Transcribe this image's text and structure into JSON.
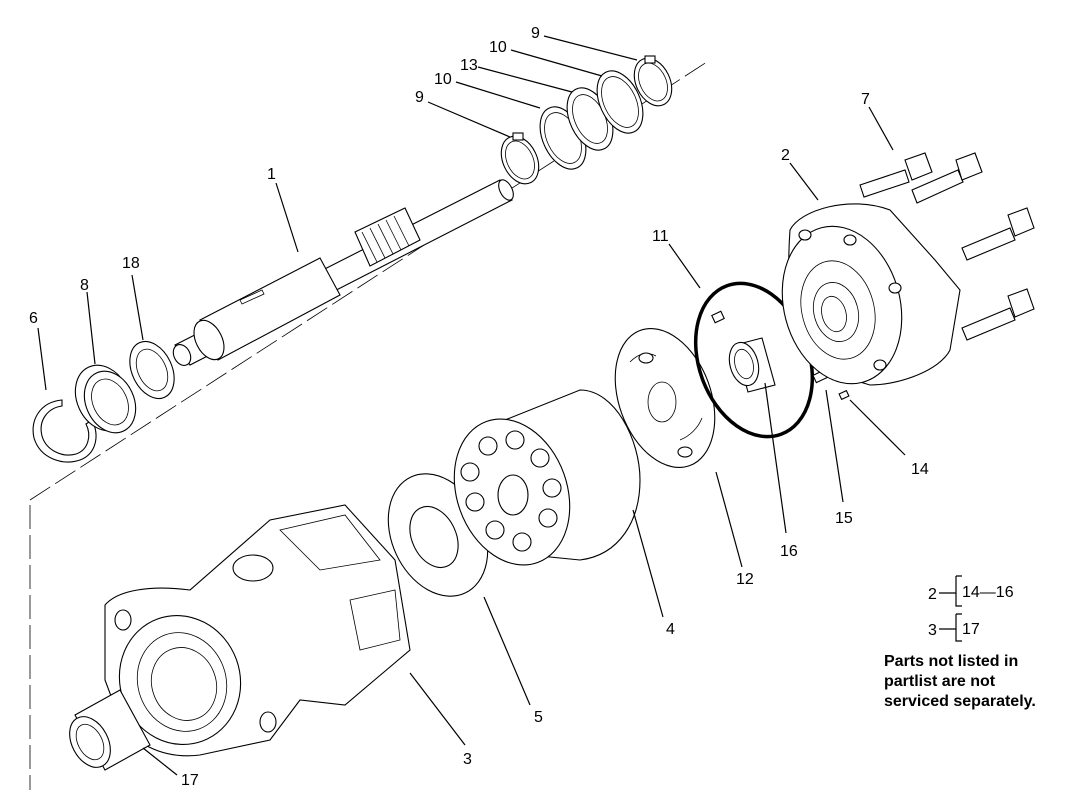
{
  "callouts": [
    {
      "id": "c1",
      "text": "1"
    },
    {
      "id": "c2",
      "text": "2"
    },
    {
      "id": "c3",
      "text": "3"
    },
    {
      "id": "c4",
      "text": "4"
    },
    {
      "id": "c5",
      "text": "5"
    },
    {
      "id": "c6",
      "text": "6"
    },
    {
      "id": "c7",
      "text": "7"
    },
    {
      "id": "c8",
      "text": "8"
    },
    {
      "id": "c9a",
      "text": "9"
    },
    {
      "id": "c9b",
      "text": "9"
    },
    {
      "id": "c10a",
      "text": "10"
    },
    {
      "id": "c10b",
      "text": "10"
    },
    {
      "id": "c11",
      "text": "11"
    },
    {
      "id": "c12",
      "text": "12"
    },
    {
      "id": "c13",
      "text": "13"
    },
    {
      "id": "c14",
      "text": "14"
    },
    {
      "id": "c15",
      "text": "15"
    },
    {
      "id": "c16",
      "text": "16"
    },
    {
      "id": "c17",
      "text": "17"
    },
    {
      "id": "c18",
      "text": "18"
    }
  ],
  "kit_legend": {
    "row1": {
      "parent": "2",
      "children": "14—16"
    },
    "row2": {
      "parent": "3",
      "children": "17"
    }
  },
  "note": {
    "line1": "Parts not listed in",
    "line2": "partlist are not",
    "line3": "serviced separately."
  }
}
